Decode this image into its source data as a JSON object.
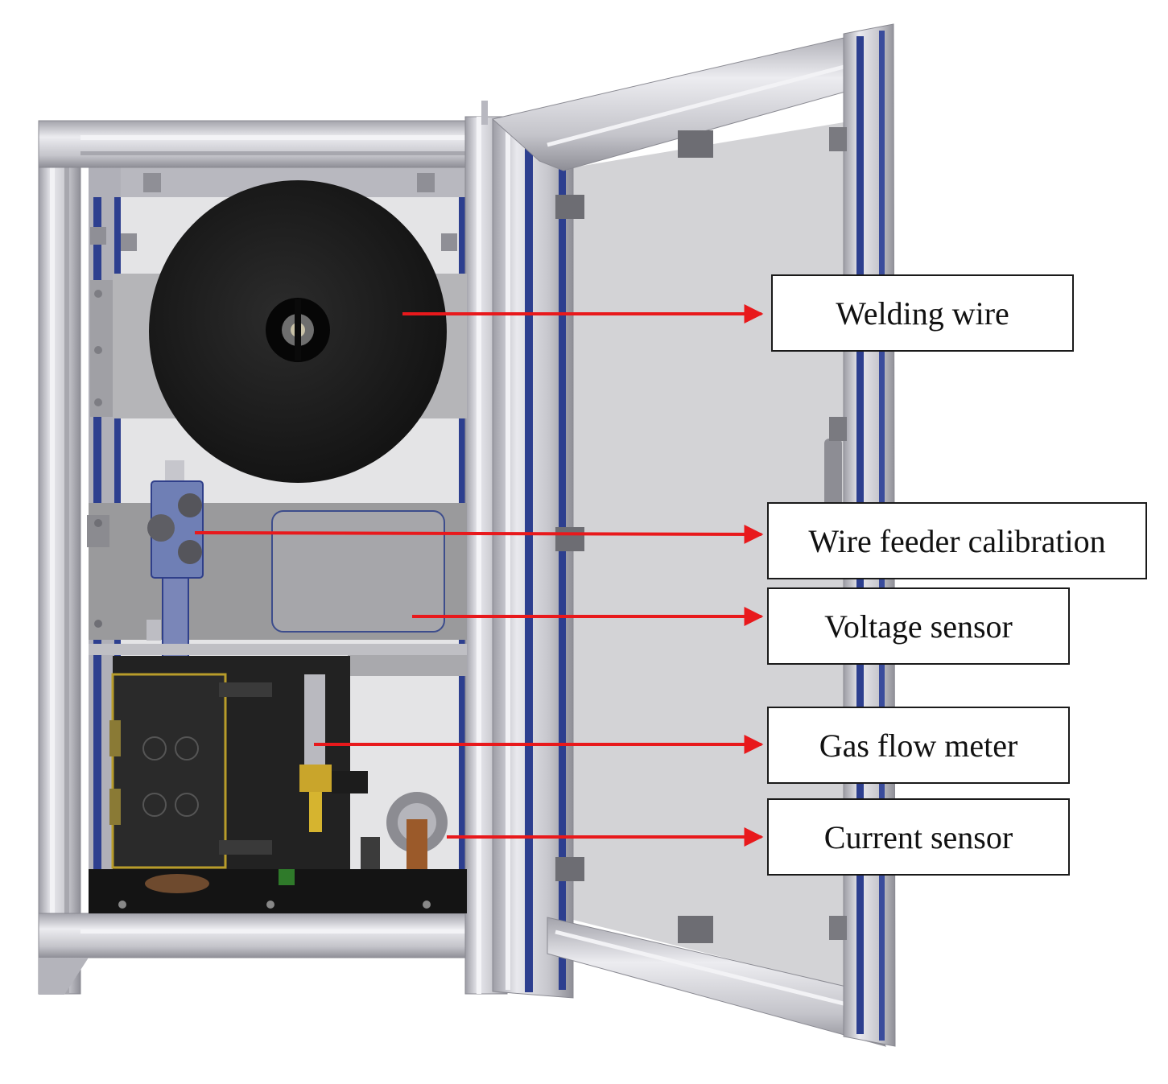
{
  "labels": {
    "welding_wire": "Welding wire",
    "wire_feeder_calibration": "Wire feeder calibration",
    "voltage_sensor": "Voltage sensor",
    "gas_flow_meter": "Gas flow meter",
    "current_sensor": "Current sensor"
  },
  "colors": {
    "arrow": "#e8191c",
    "frame_aluminium": "#c9c9cf",
    "frame_blue_strip": "#2d3f8f",
    "door_panel": "#d3d3d6",
    "back_panel": "#e4e4e6",
    "wire_spool": "#1e1e1e",
    "mounting_plate": "#9a9a9c"
  }
}
